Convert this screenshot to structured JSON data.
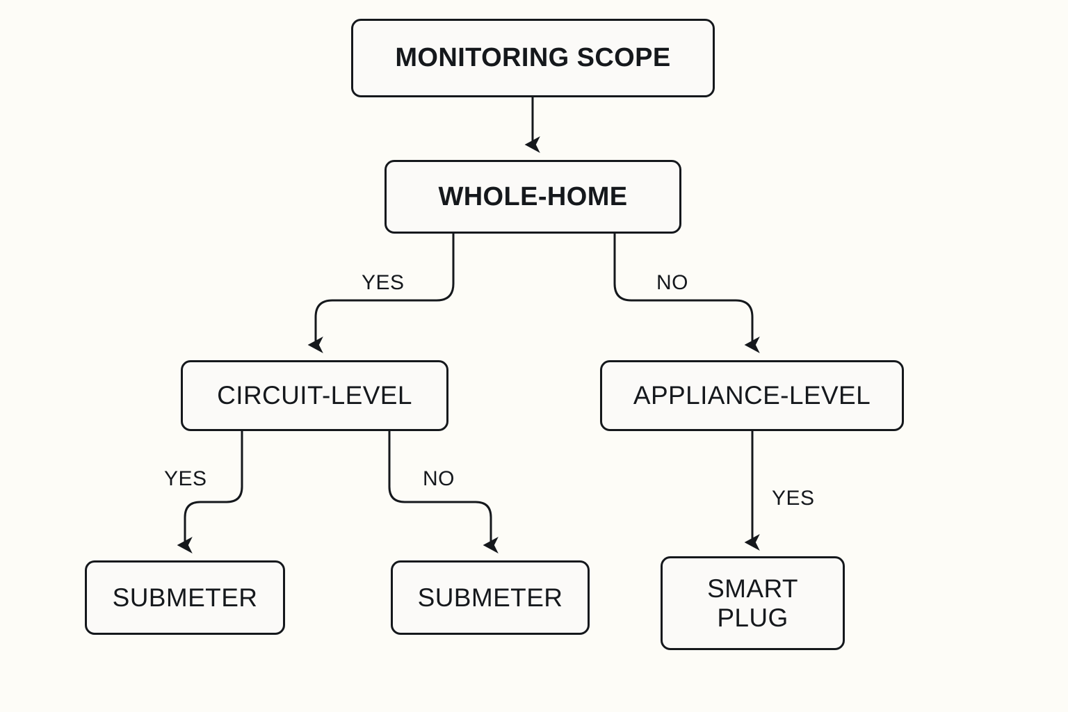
{
  "diagram": {
    "title_text": "MONITORING SCOPE",
    "background_color": "#fdfcf7",
    "node_fill_color": "#fbfaf8",
    "stroke_color": "#15181c",
    "nodes": [
      {
        "id": "root",
        "label": "MONITORING SCOPE",
        "level": 0
      },
      {
        "id": "whole_home",
        "label": "WHOLE-HOME",
        "level": 1
      },
      {
        "id": "circuit_level",
        "label": "CIRCUIT-LEVEL",
        "level": 2
      },
      {
        "id": "appliance_level",
        "label": "APPLIANCE-LEVEL",
        "level": 2
      },
      {
        "id": "submeter_left",
        "label": "SUBMETER",
        "level": 3
      },
      {
        "id": "submeter_right",
        "label": "SUBMETER",
        "level": 3
      },
      {
        "id": "smart_plug",
        "label": "SMART\nPLUG",
        "level": 3
      }
    ],
    "edges": [
      {
        "from": "root",
        "to": "whole_home",
        "label": ""
      },
      {
        "from": "whole_home",
        "to": "circuit_level",
        "label": "YES"
      },
      {
        "from": "whole_home",
        "to": "appliance_level",
        "label": "NO"
      },
      {
        "from": "circuit_level",
        "to": "submeter_left",
        "label": "YES"
      },
      {
        "from": "circuit_level",
        "to": "submeter_right",
        "label": "NO"
      },
      {
        "from": "appliance_level",
        "to": "smart_plug",
        "label": "YES"
      }
    ]
  }
}
